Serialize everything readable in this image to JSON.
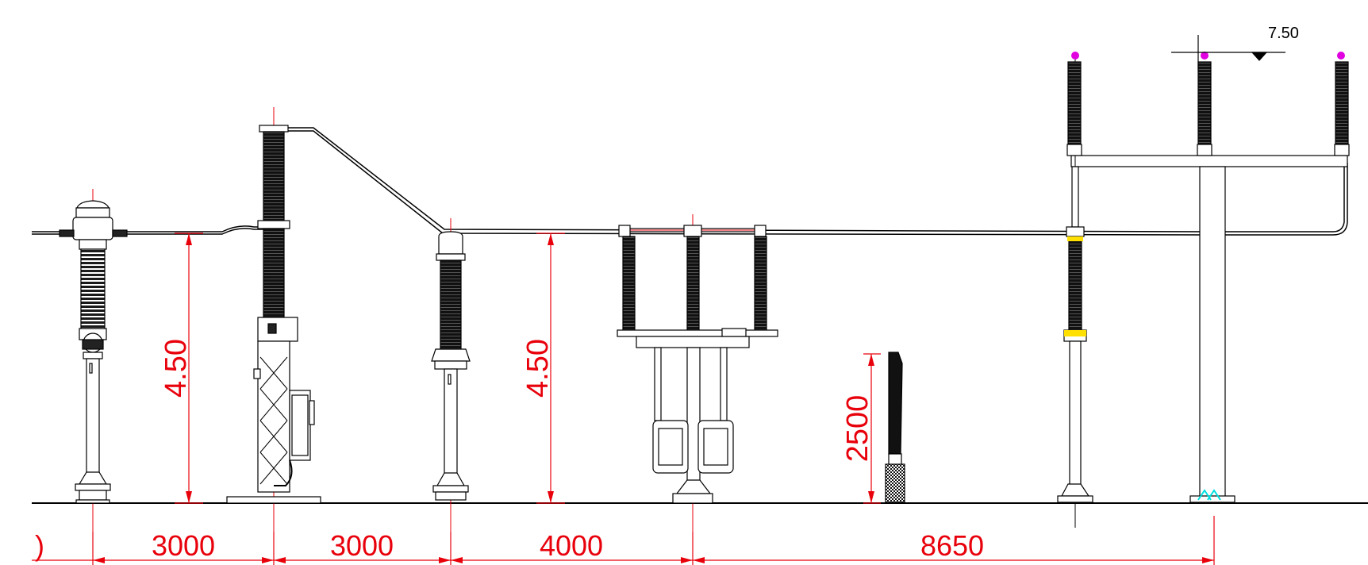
{
  "colors": {
    "background": "#ffffff",
    "equipment": "#000000",
    "dimension": "#e8000b",
    "centerline": "#e8000b",
    "terminal": "#e000e0",
    "base_accent": "#00e0e0",
    "clamp": "#ffe000"
  },
  "dimensions": {
    "horizontal": [
      {
        "label": ")"
      },
      {
        "label": "3000"
      },
      {
        "label": "3000"
      },
      {
        "label": "4000"
      },
      {
        "label": "8650"
      }
    ],
    "vertical": [
      {
        "label": "4.50"
      },
      {
        "label": "4.50"
      },
      {
        "label": "2500"
      }
    ]
  },
  "elevation_marker": {
    "label": "7.50"
  },
  "equipment": [
    {
      "name": "current-transformer",
      "icon": "current-transformer-icon"
    },
    {
      "name": "circuit-breaker",
      "icon": "circuit-breaker-icon"
    },
    {
      "name": "post-insulator",
      "icon": "post-insulator-icon"
    },
    {
      "name": "disconnector",
      "icon": "disconnector-icon"
    },
    {
      "name": "vertical-post",
      "icon": "post-icon"
    },
    {
      "name": "busbar-support",
      "icon": "busbar-support-icon"
    }
  ]
}
